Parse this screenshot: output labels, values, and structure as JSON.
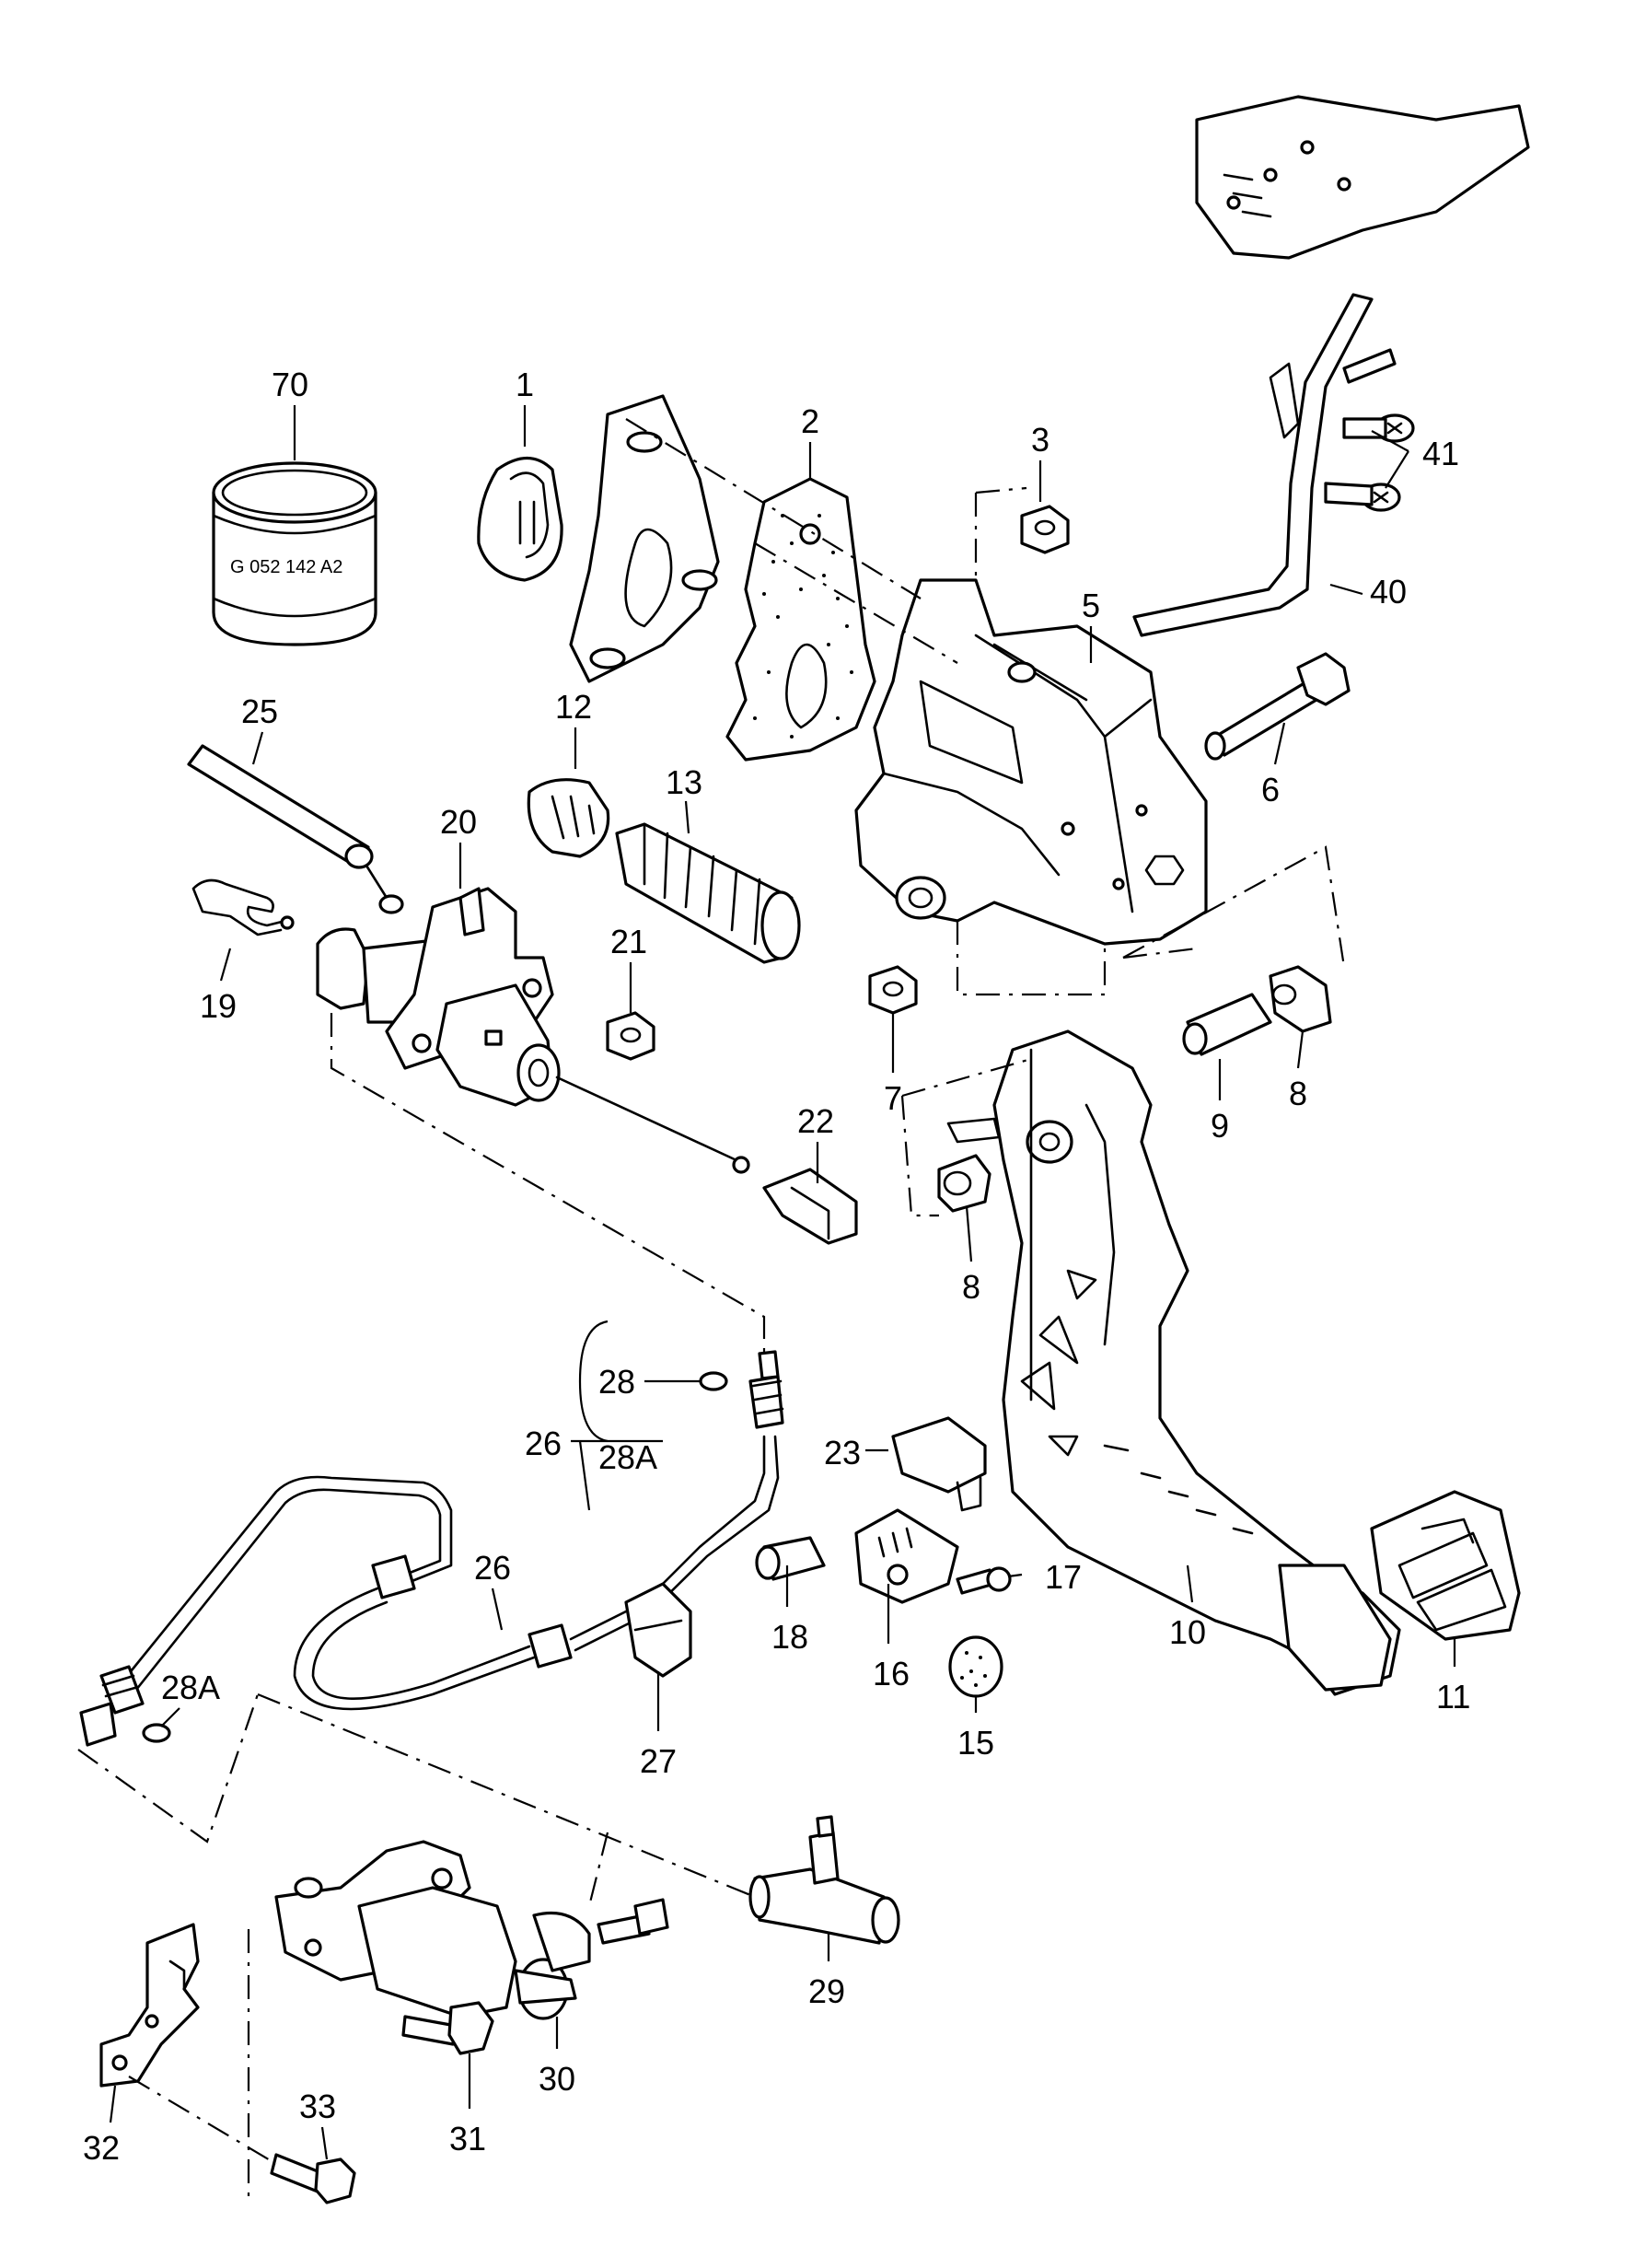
{
  "diagram": {
    "part_label_text": "G 052 142 A2",
    "callouts": [
      {
        "id": "c70",
        "text": "70"
      },
      {
        "id": "c1",
        "text": "1"
      },
      {
        "id": "c2",
        "text": "2"
      },
      {
        "id": "c3",
        "text": "3"
      },
      {
        "id": "c41",
        "text": "41"
      },
      {
        "id": "c40",
        "text": "40"
      },
      {
        "id": "c5",
        "text": "5"
      },
      {
        "id": "c6",
        "text": "6"
      },
      {
        "id": "c25",
        "text": "25"
      },
      {
        "id": "c12",
        "text": "12"
      },
      {
        "id": "c13",
        "text": "13"
      },
      {
        "id": "c20",
        "text": "20"
      },
      {
        "id": "c19",
        "text": "19"
      },
      {
        "id": "c21",
        "text": "21"
      },
      {
        "id": "c7",
        "text": "7"
      },
      {
        "id": "c8a",
        "text": "8"
      },
      {
        "id": "c9",
        "text": "9"
      },
      {
        "id": "c22",
        "text": "22"
      },
      {
        "id": "c8b",
        "text": "8"
      },
      {
        "id": "c28",
        "text": "28"
      },
      {
        "id": "c26a",
        "text": "26"
      },
      {
        "id": "c28A",
        "text": "28A"
      },
      {
        "id": "c23",
        "text": "23"
      },
      {
        "id": "c17",
        "text": "17"
      },
      {
        "id": "c26b",
        "text": "26"
      },
      {
        "id": "c18",
        "text": "18"
      },
      {
        "id": "c16",
        "text": "16"
      },
      {
        "id": "c15",
        "text": "15"
      },
      {
        "id": "c10",
        "text": "10"
      },
      {
        "id": "c11",
        "text": "11"
      },
      {
        "id": "c28Ab",
        "text": "28A"
      },
      {
        "id": "c27",
        "text": "27"
      },
      {
        "id": "c29",
        "text": "29"
      },
      {
        "id": "c30",
        "text": "30"
      },
      {
        "id": "c31",
        "text": "31"
      },
      {
        "id": "c32",
        "text": "32"
      },
      {
        "id": "c33",
        "text": "33"
      }
    ]
  }
}
